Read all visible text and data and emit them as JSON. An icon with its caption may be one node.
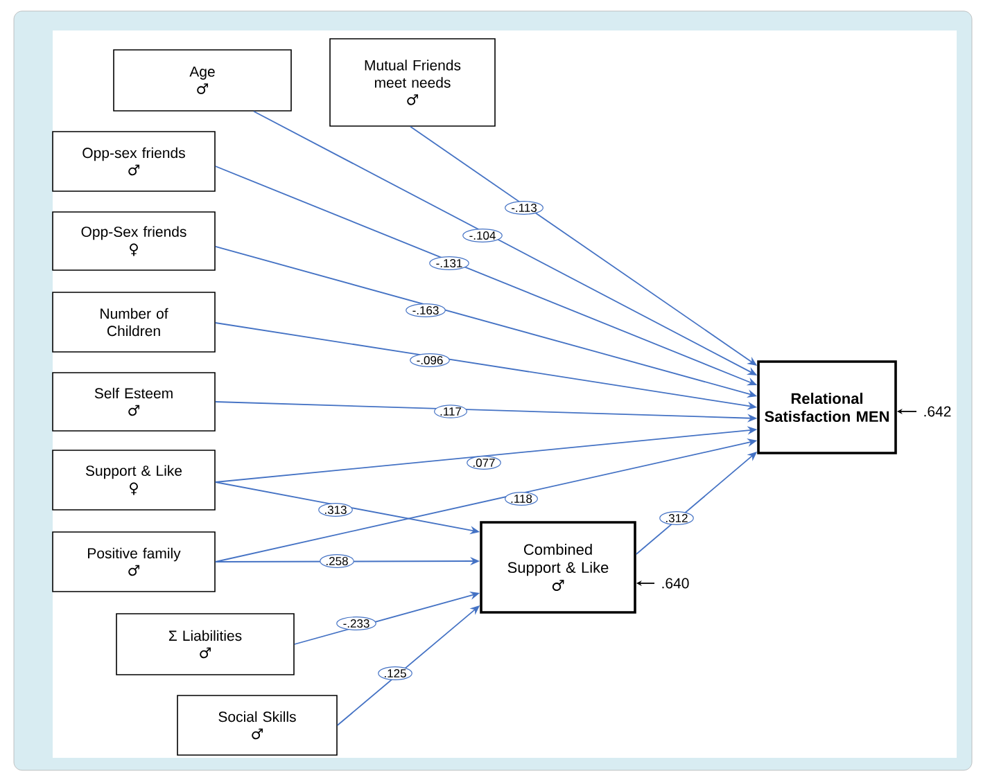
{
  "diagram": {
    "nodes": [
      {
        "text": [
          "Age",
          "♂"
        ]
      },
      {
        "text": [
          "Mutual Friends meet needs",
          "♂"
        ]
      },
      {
        "text": [
          "Opp-sex friends",
          "♂"
        ]
      },
      {
        "text": [
          "Opp-Sex friends",
          "♀"
        ]
      },
      {
        "text": [
          "Number of Children"
        ]
      },
      {
        "text": [
          "Self Esteem",
          "♂"
        ]
      },
      {
        "text": [
          "Support & Like",
          "♀"
        ]
      },
      {
        "text": [
          "Positive family",
          "♂"
        ]
      },
      {
        "text": [
          "Σ Liabilities",
          "♂"
        ]
      },
      {
        "text": [
          "Social Skills",
          "♂"
        ]
      },
      {
        "text": [
          "Combined Support & Like",
          "♂"
        ]
      },
      {
        "text": [
          "Relational Satisfaction MEN"
        ]
      }
    ],
    "edges": [
      {
        "from": 1,
        "to": 11,
        "arrow": "to",
        "label": "-.113"
      },
      {
        "from": 0,
        "to": 11,
        "arrow": "to",
        "label": "-.104"
      },
      {
        "from": 2,
        "to": 11,
        "arrow": "to",
        "label": "-.131"
      },
      {
        "from": 3,
        "to": 11,
        "arrow": "to",
        "label": "-.163"
      },
      {
        "from": 4,
        "to": 11,
        "arrow": "to",
        "label": "-.096"
      },
      {
        "from": 5,
        "to": 11,
        "arrow": "to",
        "label": ".117"
      },
      {
        "from": 6,
        "to": 11,
        "arrow": "to",
        "label": ".077"
      },
      {
        "from": 7,
        "to": 11,
        "arrow": "to",
        "label": ".118"
      },
      {
        "from": 6,
        "to": 10,
        "arrow": "to",
        "label": ".313"
      },
      {
        "from": 7,
        "to": 10,
        "arrow": "to",
        "label": ".258"
      },
      {
        "from": 8,
        "to": 10,
        "arrow": "to",
        "label": "-.233"
      },
      {
        "from": 9,
        "to": 10,
        "arrow": "to",
        "label": ".125"
      },
      {
        "from": 10,
        "to": 11,
        "arrow": "to",
        "label": ".312"
      },
      {
        "from": null,
        "to": 11,
        "arrow": "to",
        "label": ".642",
        "color": "#000000"
      },
      {
        "from": null,
        "to": 10,
        "arrow": "to",
        "label": ".640",
        "color": "#000000"
      }
    ]
  }
}
